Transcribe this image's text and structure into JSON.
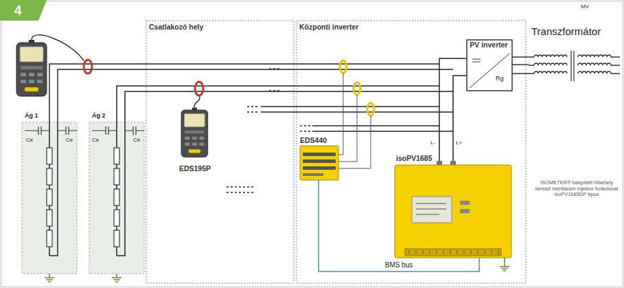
{
  "diagram": {
    "nodes": [
      {
        "text": [
          "4"
        ]
      },
      {
        "text": [
          "Ág 1"
        ]
      },
      {
        "text": [
          "Ág 2"
        ]
      },
      {
        "text": [
          "Csatlakozó hely"
        ]
      },
      {
        "text": [
          "EDS195P"
        ],
        "in": 3
      },
      {
        "text": [
          "Központi inverter"
        ]
      },
      {
        "text": [
          "EDS440"
        ],
        "in": 5
      },
      {
        "text": [
          "isoPV1685"
        ],
        "in": 5
      },
      {
        "text": [
          "PV inverter"
        ],
        "in": 5
      },
      {
        "text": [
          "Transzformátor"
        ]
      }
    ],
    "edges": [
      {
        "from": 6,
        "to": 7,
        "label": "BMS bus",
        "arrow": "none"
      },
      {
        "from": 8,
        "to": 9,
        "arrow": "none"
      }
    ],
    "labels": [
      "MV",
      "Ce",
      "Ce",
      "Ce",
      "Ce",
      "L-",
      "L+",
      "Rg",
      "ISOMETER® beépített hibahely kereső mérőáram injektor funkcióval isoPV1685DP típus"
    ]
  }
}
